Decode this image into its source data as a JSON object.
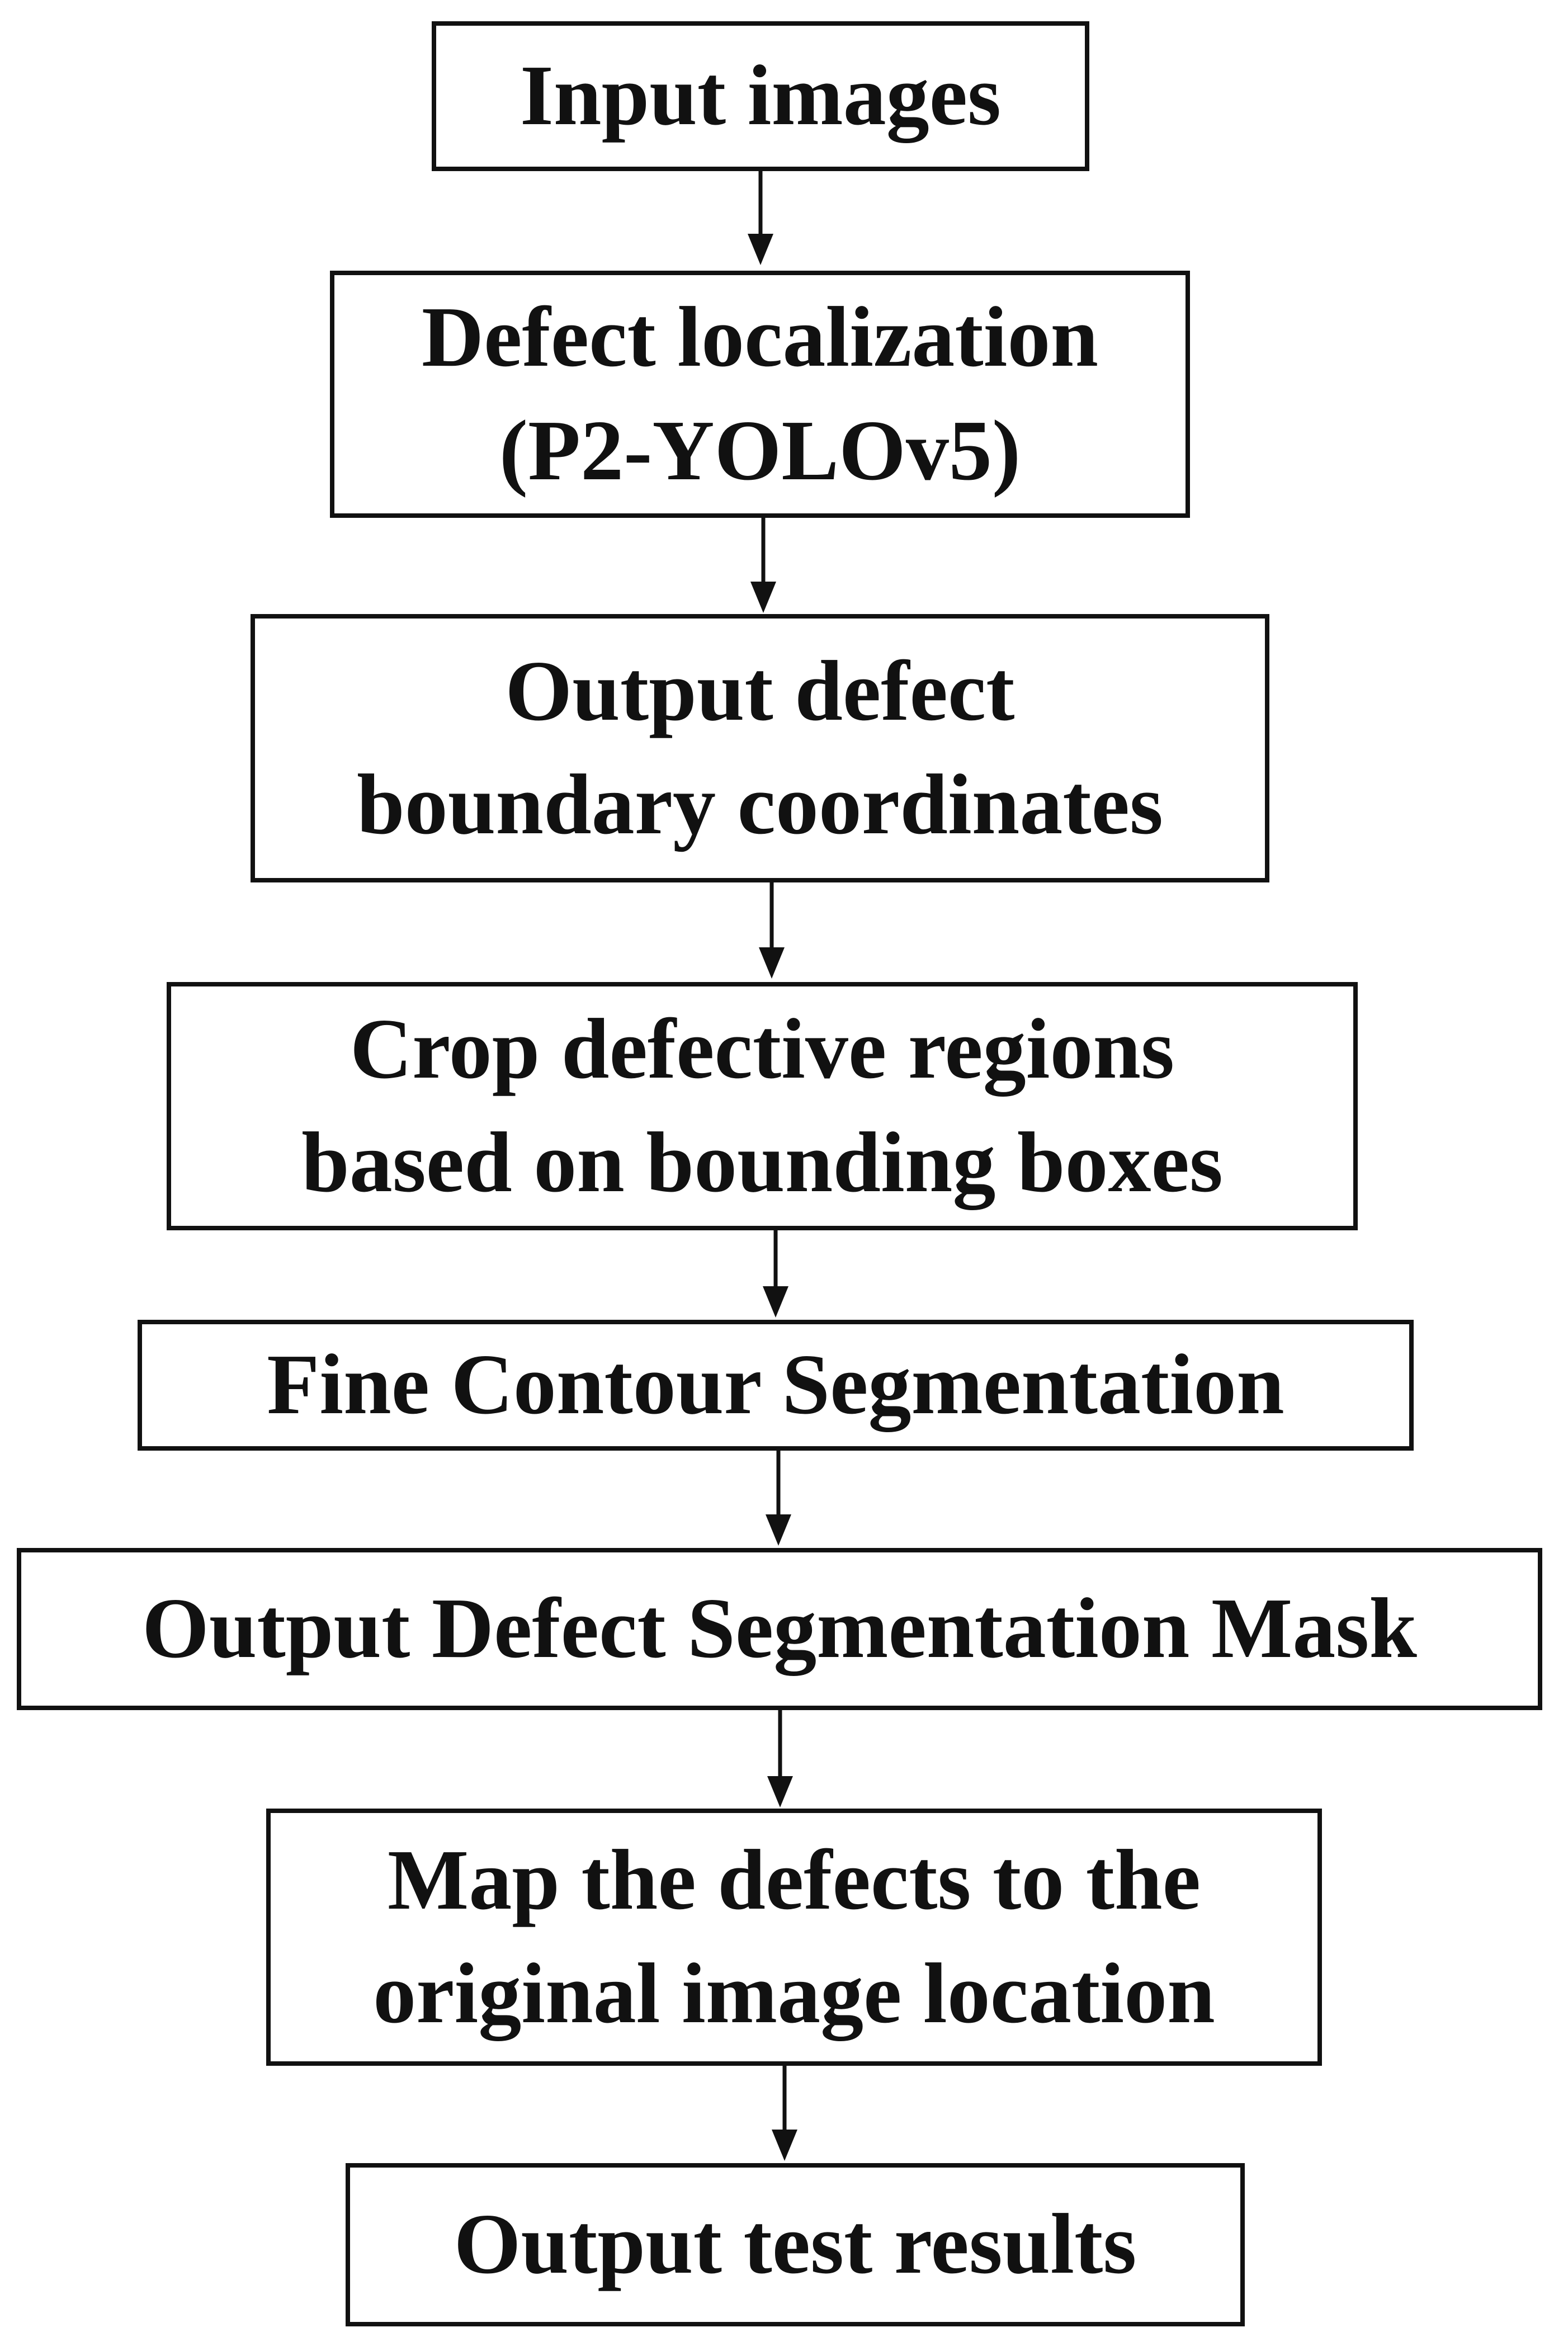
{
  "diagram": {
    "steps": [
      {
        "lines": [
          "Input images"
        ]
      },
      {
        "lines": [
          "Defect localization",
          "(P2-YOLOv5)"
        ]
      },
      {
        "lines": [
          "Output defect",
          "boundary coordinates"
        ]
      },
      {
        "lines": [
          "Crop defective regions",
          "based on bounding boxes"
        ]
      },
      {
        "lines": [
          "Fine Contour Segmentation"
        ]
      },
      {
        "lines": [
          "Output Defect Segmentation Mask"
        ]
      },
      {
        "lines": [
          "Map the defects to the",
          "original image location"
        ]
      },
      {
        "lines": [
          "Output test results"
        ]
      }
    ]
  }
}
